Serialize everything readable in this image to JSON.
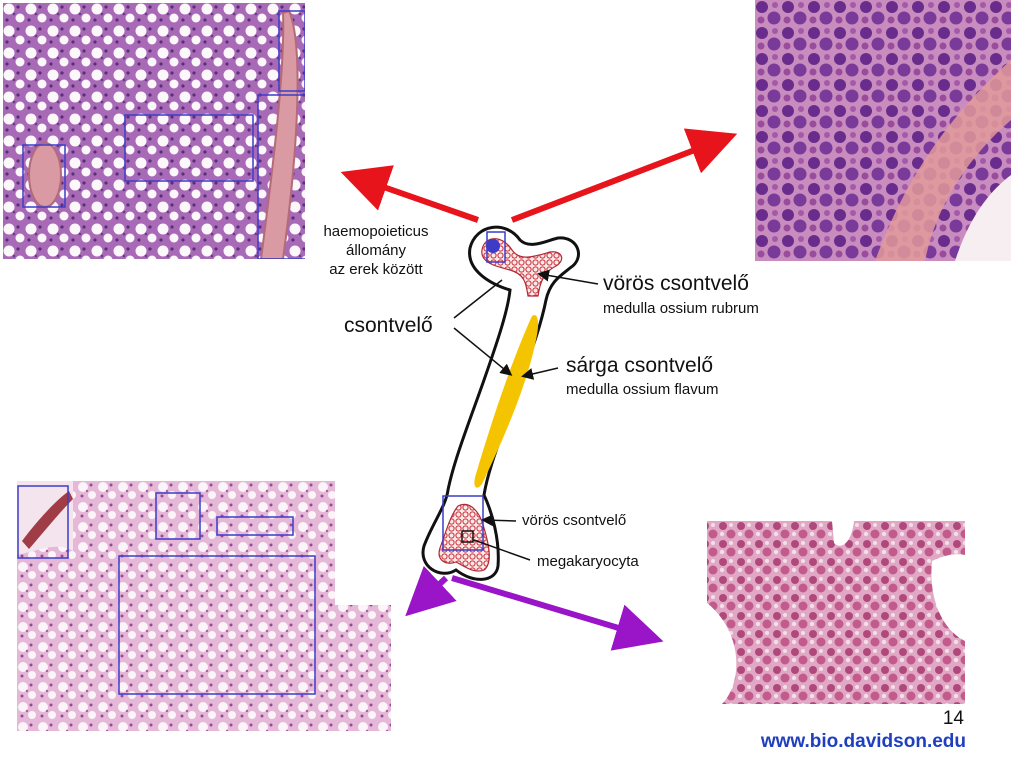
{
  "labels": {
    "haemopoieticus": [
      "haemopoieticus",
      "állomány",
      "az erek között"
    ],
    "csontvelo": "csontvelő",
    "voros_title": "vörös csontvelő",
    "voros_sub": "medulla ossium rubrum",
    "sarga_title": "sárga csontvelő",
    "sarga_sub": "medulla ossium flavum",
    "voros_small": "vörös csontvelő",
    "megakaryocyta": "megakaryocyta"
  },
  "page_number": "14",
  "url": "www.bio.davidson.edu",
  "colors": {
    "red_arrow": "#e8141b",
    "purple_arrow": "#9a14c8",
    "yellow_marrow": "#f5c400",
    "red_marrow": "#c8323c",
    "box_blue": "#3c3cc8",
    "url_blue": "#1f3fbf"
  }
}
